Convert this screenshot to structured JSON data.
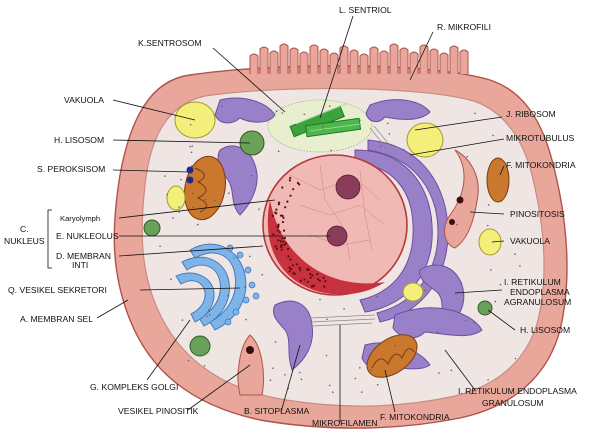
{
  "diagram": {
    "labels": {
      "l_sentriol": "L. SENTRIOL",
      "k_sentrosom": "K.SENTROSOM",
      "r_mikrofili": "R. MIKROFILI",
      "vakuola_left": "VAKUOLA",
      "h_lisosom_left": "H. LISOSOM",
      "s_peroksisom": "S. PEROKSISOM",
      "c_letter": "C.",
      "nukleus": "NUKLEUS",
      "karyolymph": "Karyolymph",
      "e_nukleolus": "E. NUKLEOLUS",
      "d_membran_1": "D. MEMBRAN",
      "d_membran_2": "INTI",
      "q_vesikel_sekretori": "Q. VESIKEL SEKRETORI",
      "a_membran_sel": "A. MEMBRAN SEL",
      "g_kompleks_golgi": "G. KOMPLEKS GOLGI",
      "vesikel_pinositik": "VESIKEL PINOSITIK",
      "b_sitoplasma": "B. SITOPLASMA",
      "mikrofilamen": "MIKROFILAMEN",
      "f_mitokondria_bottom": "F. MITOKONDRIA",
      "i_re_granulosum_1": "I. RETIKULUM ENDOPLASMA",
      "i_re_granulosum_2": "GRANULOSUM",
      "j_ribosom": "J. RIBOSOM",
      "mikrotubulus": "MIKROTUBULUS",
      "f_mitokondria_right": "F. MITOKONDRIA",
      "pinositosis": "PINOSITOSIS",
      "vakuola_right": "VAKUOLA",
      "i_re_agranulosum_1": "I. RETIKULUM",
      "i_re_agranulosum_2": "ENDOPLASMA",
      "i_re_agranulosum_3": "AGRANULOSUM",
      "h_lisosom_right": "H. LISOSOM"
    },
    "colors": {
      "outer_membrane": "#e8a79a",
      "outer_membrane_edge": "#b0524a",
      "cytoplasm": "#efe6e4",
      "nucleus_fill": "#f1b9b5",
      "nucleus_edge": "#b23a3a",
      "nucleus_dotted_band": "#c8323e",
      "er_purple": "#9a80c8",
      "er_purple_dark": "#6b4f9e",
      "golgi_blue": "#7fb4e8",
      "mitochondria": "#c9782e",
      "vacuole_yellow": "#f3ef7a",
      "lysosome_green": "#6aa05a",
      "centriole_green": "#3ca23c",
      "peroxisome_navy": "#1f2a8a",
      "nucleolus": "#8a3c5a"
    }
  }
}
